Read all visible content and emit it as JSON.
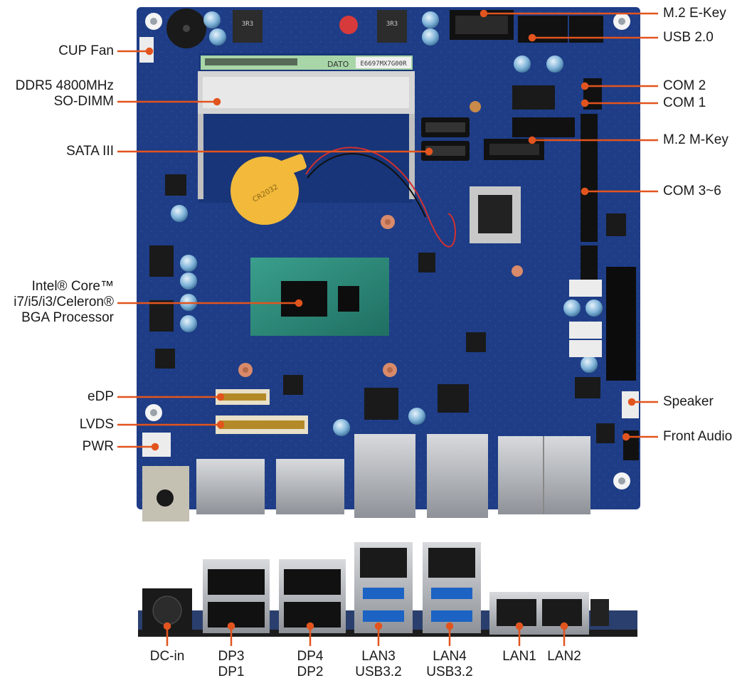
{
  "colors": {
    "board": "#1e3d86",
    "board_dark": "#14285c",
    "callout": "#e2541e",
    "metal": "#b8bcc2",
    "text": "#1a1a1a"
  },
  "labels_left": [
    {
      "key": "cup_fan",
      "lines": [
        "CUP Fan"
      ]
    },
    {
      "key": "ddr5",
      "lines": [
        "DDR5 4800MHz",
        "SO-DIMM"
      ]
    },
    {
      "key": "sata",
      "lines": [
        "SATA III"
      ]
    },
    {
      "key": "cpu",
      "lines": [
        "Intel® Core™",
        "i7/i5/i3/Celeron®",
        "BGA Processor"
      ]
    },
    {
      "key": "edp",
      "lines": [
        "eDP"
      ]
    },
    {
      "key": "lvds",
      "lines": [
        "LVDS"
      ]
    },
    {
      "key": "pwr",
      "lines": [
        "PWR"
      ]
    }
  ],
  "labels_right": [
    {
      "key": "m2_ekey",
      "lines": [
        "M.2 E-Key"
      ]
    },
    {
      "key": "usb20",
      "lines": [
        "USB 2.0"
      ]
    },
    {
      "key": "com2",
      "lines": [
        "COM 2"
      ]
    },
    {
      "key": "com1",
      "lines": [
        "COM 1"
      ]
    },
    {
      "key": "m2_mkey",
      "lines": [
        "M.2 M-Key"
      ]
    },
    {
      "key": "com36",
      "lines": [
        "COM 3~6"
      ]
    },
    {
      "key": "speaker",
      "lines": [
        "Speaker"
      ]
    },
    {
      "key": "front_audio",
      "lines": [
        "Front Audio"
      ]
    }
  ],
  "labels_bottom": [
    {
      "key": "dc_in",
      "lines": [
        "DC-in"
      ]
    },
    {
      "key": "dp3_dp1",
      "lines": [
        "DP3",
        "DP1"
      ]
    },
    {
      "key": "dp4_dp2",
      "lines": [
        "DP4",
        "DP2"
      ]
    },
    {
      "key": "lan3_usb",
      "lines": [
        "LAN3",
        "USB3.2"
      ]
    },
    {
      "key": "lan4_usb",
      "lines": [
        "LAN4",
        "USB3.2"
      ]
    },
    {
      "key": "lan1",
      "lines": [
        "LAN1"
      ]
    },
    {
      "key": "lan2",
      "lines": [
        "LAN2"
      ]
    }
  ],
  "board_text": {
    "dimm_sticker": "E6697MX7G00R",
    "dimm_brand": "DATO",
    "inductor1": "3R3",
    "inductor2": "3R3",
    "battery": "CR2032"
  }
}
